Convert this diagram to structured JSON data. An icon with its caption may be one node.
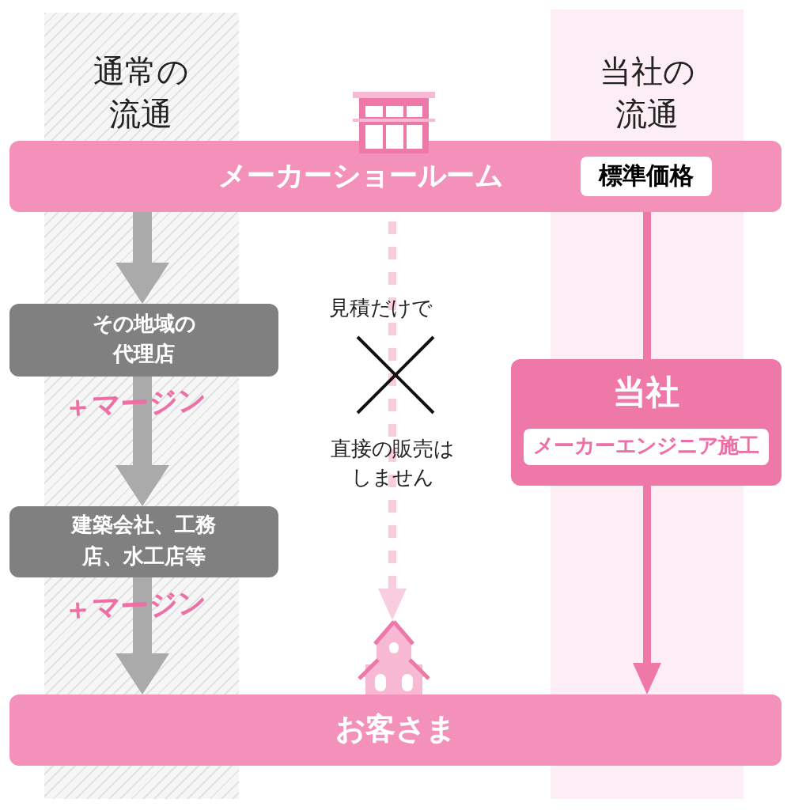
{
  "diagram": {
    "nodes": [
      {
        "text": [
          "メーカーショールーム"
        ]
      },
      {
        "text": [
          "標準価格"
        ],
        "in": 0
      },
      {
        "text": [
          "その地域の代理店"
        ]
      },
      {
        "text": [
          "建築会社、工務店、水工店等"
        ]
      },
      {
        "text": [
          "当社"
        ]
      },
      {
        "text": [
          "メーカーエンジニア施工"
        ],
        "in": 4
      },
      {
        "text": [],
        "shape": "house"
      },
      {
        "text": [
          "お客さま"
        ]
      }
    ],
    "edges": [
      {
        "from": 0,
        "to": 2,
        "arrow": "to",
        "style": "thick",
        "color": "#aaaaaa"
      },
      {
        "from": 2,
        "to": 3,
        "arrow": "to",
        "style": "thick",
        "color": "#aaaaaa"
      },
      {
        "from": 3,
        "to": 7,
        "arrow": "to",
        "style": "thick",
        "color": "#aaaaaa"
      },
      {
        "from": 0,
        "to": 6,
        "arrow": "to",
        "style": "dashed",
        "color": "#f9cde0"
      },
      {
        "from": 1,
        "to": 4,
        "arrow": "none",
        "color": "#ee79a9"
      },
      {
        "from": 4,
        "to": 7,
        "arrow": "to",
        "color": "#ee79a9"
      }
    ],
    "labels": [
      "通常の流通",
      "当社の流通",
      "＋マージン",
      "＋マージン",
      "見積だけで",
      "直接の販売はしません"
    ]
  }
}
